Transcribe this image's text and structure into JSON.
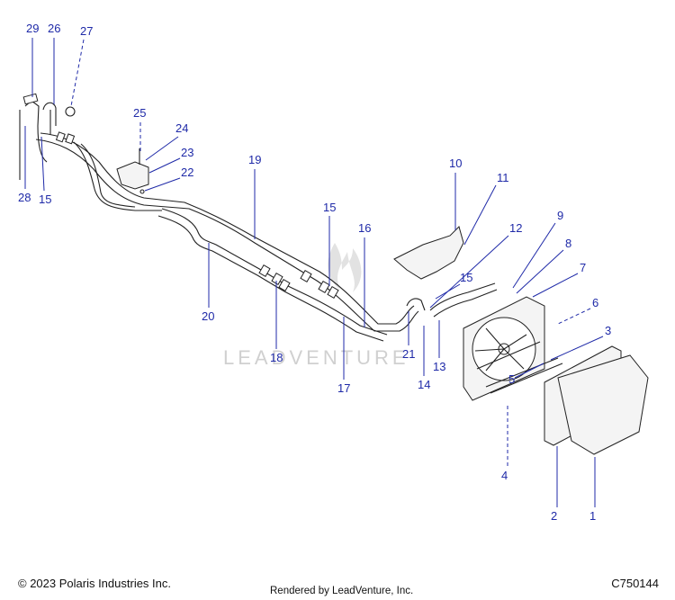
{
  "diagram": {
    "watermark": "LEADVENTURE",
    "diagram_id": "C750144",
    "callouts": [
      "1",
      "2",
      "3",
      "4",
      "5",
      "6",
      "7",
      "8",
      "9",
      "10",
      "11",
      "12",
      "13",
      "14",
      "15",
      "16",
      "17",
      "18",
      "19",
      "20",
      "21",
      "22",
      "23",
      "24",
      "25",
      "26",
      "27",
      "28",
      "29"
    ]
  },
  "footer": {
    "copyright": "© 2023 Polaris Industries Inc.",
    "rendered_by": "Rendered by LeadVenture, Inc."
  }
}
